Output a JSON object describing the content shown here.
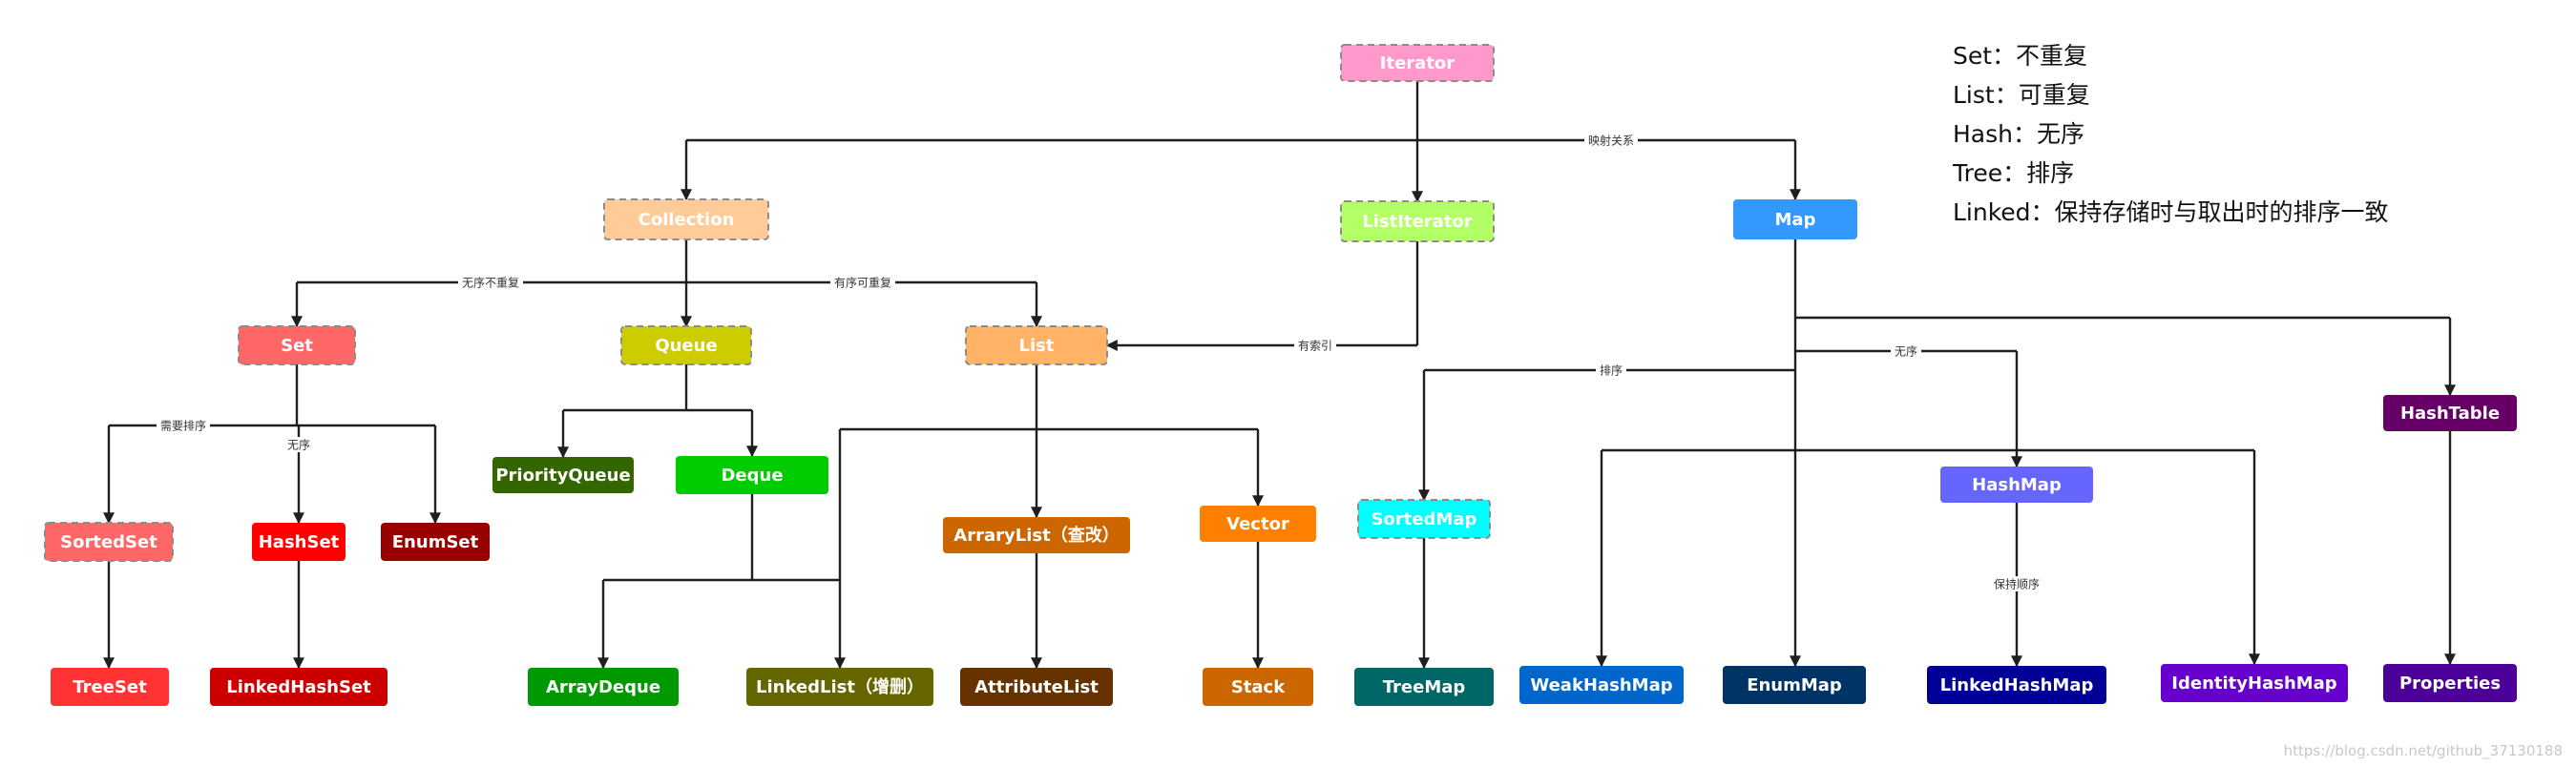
{
  "colors": {
    "edge": "#1f1f1f"
  },
  "diagram": {
    "nodes": [
      {
        "id": "Iterator",
        "label": "Iterator",
        "color": "#ff99cc",
        "dashed": true
      },
      {
        "id": "Collection",
        "label": "Collection",
        "color": "#ffcc99",
        "dashed": true
      },
      {
        "id": "ListIterator",
        "label": "ListIterator",
        "color": "#b3ff66",
        "dashed": true
      },
      {
        "id": "Map",
        "label": "Map",
        "color": "#3399ff",
        "dashed": false
      },
      {
        "id": "Set",
        "label": "Set",
        "color": "#ff6666",
        "dashed": true
      },
      {
        "id": "Queue",
        "label": "Queue",
        "color": "#cccc00",
        "dashed": true
      },
      {
        "id": "List",
        "label": "List",
        "color": "#ffb366",
        "dashed": true
      },
      {
        "id": "PriorityQueue",
        "label": "PriorityQueue",
        "color": "#336600",
        "dashed": false
      },
      {
        "id": "Deque",
        "label": "Deque",
        "color": "#00cc00",
        "dashed": false
      },
      {
        "id": "ArraryList",
        "label": "ArraryList（查改）",
        "color": "#cc6600",
        "dashed": false
      },
      {
        "id": "Vector",
        "label": "Vector",
        "color": "#ff8000",
        "dashed": false
      },
      {
        "id": "SortedMap",
        "label": "SortedMap",
        "color": "#00ffff",
        "dashed": true
      },
      {
        "id": "HashTable",
        "label": "HashTable",
        "color": "#660066",
        "dashed": false
      },
      {
        "id": "HashMap",
        "label": "HashMap",
        "color": "#6666ff",
        "dashed": false
      },
      {
        "id": "SortedSet",
        "label": "SortedSet",
        "color": "#ff6666",
        "dashed": true
      },
      {
        "id": "HashSet",
        "label": "HashSet",
        "color": "#ff0000",
        "dashed": false
      },
      {
        "id": "EnumSet",
        "label": "EnumSet",
        "color": "#990000",
        "dashed": false
      },
      {
        "id": "TreeSet",
        "label": "TreeSet",
        "color": "#ff3333",
        "dashed": false
      },
      {
        "id": "LinkedHashSet",
        "label": "LinkedHashSet",
        "color": "#cc0000",
        "dashed": false
      },
      {
        "id": "ArrayDeque",
        "label": "ArrayDeque",
        "color": "#009900",
        "dashed": false
      },
      {
        "id": "LinkedList",
        "label": "LinkedList（增删）",
        "color": "#666600",
        "dashed": false
      },
      {
        "id": "AttributeList",
        "label": "AttributeList",
        "color": "#663300",
        "dashed": false
      },
      {
        "id": "Stack",
        "label": "Stack",
        "color": "#cc6600",
        "dashed": false
      },
      {
        "id": "TreeMap",
        "label": "TreeMap",
        "color": "#006666",
        "dashed": false
      },
      {
        "id": "WeakHashMap",
        "label": "WeakHashMap",
        "color": "#0066cc",
        "dashed": false
      },
      {
        "id": "EnumMap",
        "label": "EnumMap",
        "color": "#003366",
        "dashed": false
      },
      {
        "id": "LinkedHashMap",
        "label": "LinkedHashMap",
        "color": "#000099",
        "dashed": false
      },
      {
        "id": "IdentityHashMap",
        "label": "IdentityHashMap",
        "color": "#6600cc",
        "dashed": false
      },
      {
        "id": "Properties",
        "label": "Properties",
        "color": "#4c0099",
        "dashed": false
      }
    ],
    "edge_labels": [
      "映射关系",
      "无序不重复",
      "有序可重复",
      "有索引",
      "需要排序",
      "无序",
      "排序",
      "无序",
      "保持顺序"
    ]
  },
  "legend": [
    "Set：不重复",
    "List：可重复",
    "Hash：无序",
    "Tree：排序",
    "Linked：保持存储时与取出时的排序一致"
  ],
  "watermark": "https://blog.csdn.net/github_37130188"
}
